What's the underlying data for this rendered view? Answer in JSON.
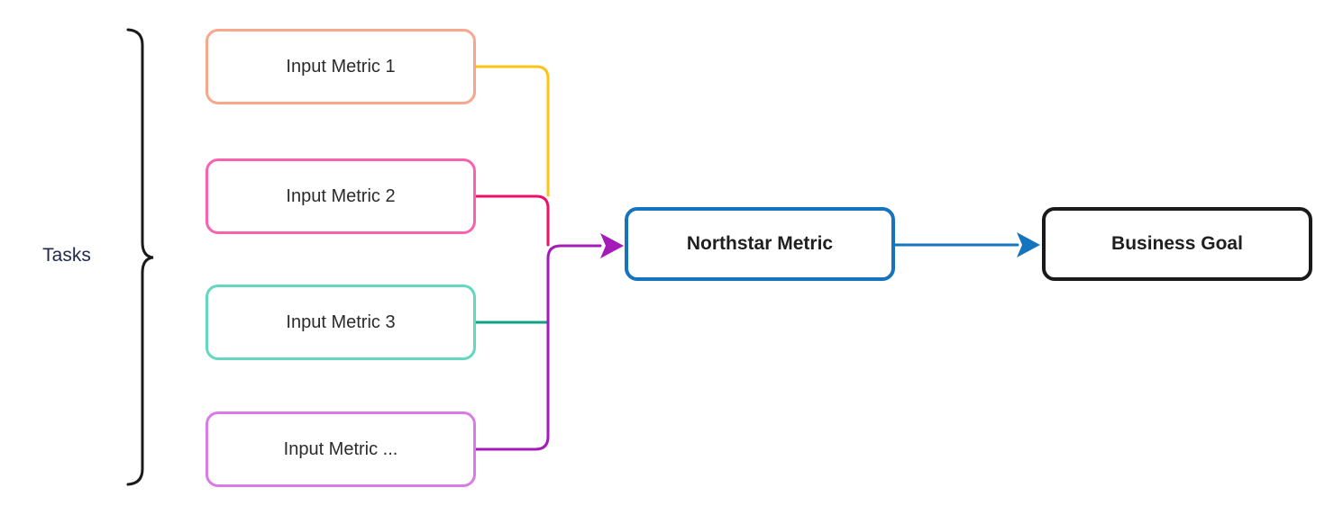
{
  "diagram": {
    "group_label": "Tasks",
    "label_color": "#1F2A4A",
    "brace_color": "#1A1A1A",
    "node_text_color": "#2B2B2B",
    "input_nodes": [
      {
        "label": "Input Metric 1",
        "border_color": "#F9A68E",
        "connector_color": "#FFC413"
      },
      {
        "label": "Input Metric 2",
        "border_color": "#FB62AE",
        "connector_color": "#EC1164"
      },
      {
        "label": "Input Metric 3",
        "border_color": "#63D8BE",
        "connector_color": "#0FA287"
      },
      {
        "label": "Input Metric ...",
        "border_color": "#D97BE6",
        "connector_color": "#A41CB8"
      }
    ],
    "central_node": {
      "label": "Northstar Metric",
      "border_color": "#1673BE"
    },
    "goal_node": {
      "label": "Business Goal",
      "border_color": "#1A1A1A"
    },
    "merge_arrow_color": "#A41CB8",
    "output_arrow_color": "#1673BE"
  }
}
